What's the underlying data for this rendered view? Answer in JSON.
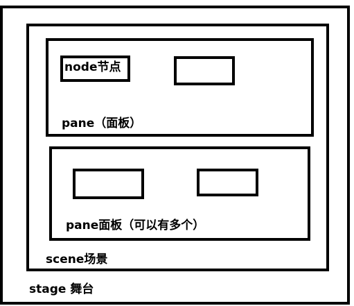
{
  "stage": {
    "label": "stage 舞台"
  },
  "scene": {
    "label": "scene场景"
  },
  "panes": [
    {
      "label": "pane（面板）",
      "nodes": [
        {
          "label": "node节点"
        },
        {
          "label": ""
        }
      ]
    },
    {
      "label": "pane面板（可以有多个）",
      "nodes": [
        {
          "label": ""
        },
        {
          "label": ""
        }
      ]
    }
  ],
  "colors": {
    "stroke": "#000000",
    "background": "#ffffff"
  }
}
